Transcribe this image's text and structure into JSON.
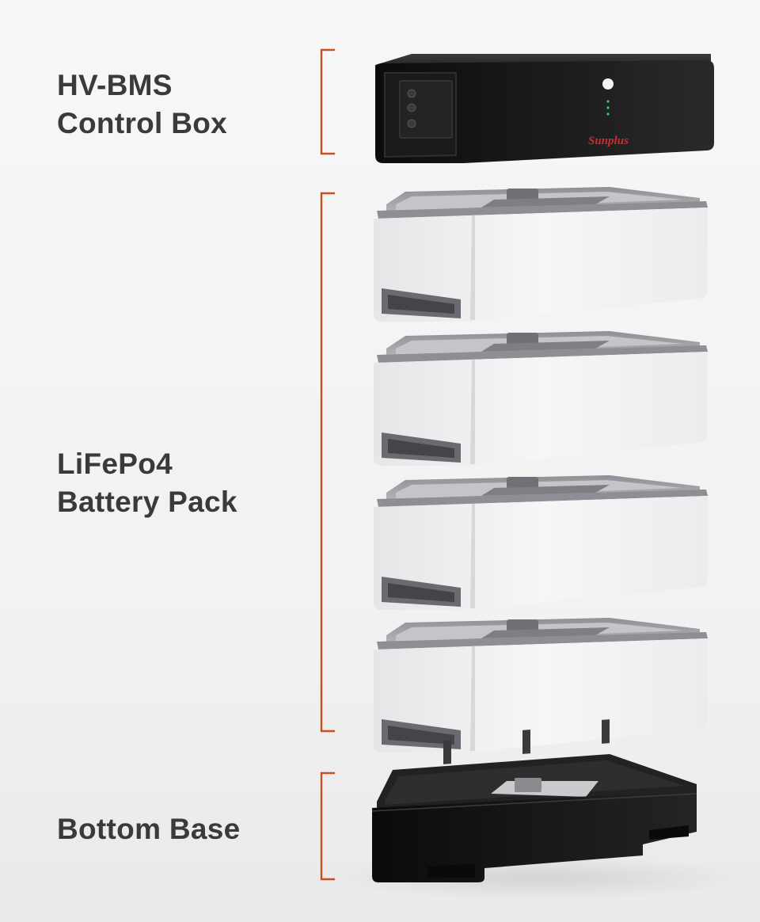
{
  "components": {
    "control_box": {
      "label_line1": "HV-BMS",
      "label_line2": "Control Box",
      "brand": "Sunplus"
    },
    "battery_pack": {
      "label_line1": "LiFePo4",
      "label_line2": "Battery Pack",
      "module_count": 4
    },
    "bottom_base": {
      "label": "Bottom Base"
    }
  },
  "colors": {
    "bracket": "#c8501e",
    "label_text": "#3a3a3c",
    "control_box_body": "#151515",
    "module_body": "#f0f0f1",
    "module_lid": "#a7a9ad",
    "base_body": "#141414"
  }
}
